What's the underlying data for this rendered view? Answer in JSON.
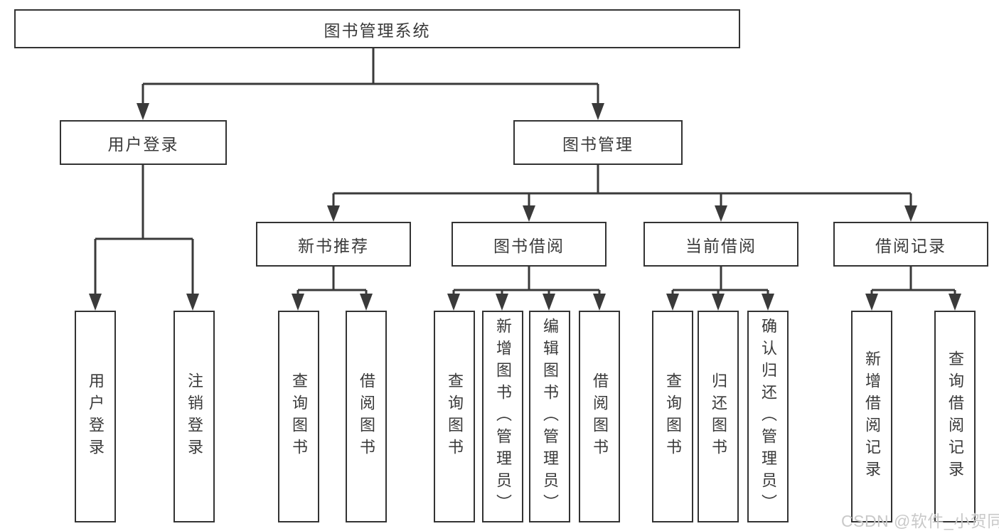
{
  "diagram": {
    "root": {
      "label": "图书管理系统",
      "children": [
        {
          "label": "用户登录",
          "children": [
            {
              "label": "用户登录"
            },
            {
              "label": "注销登录"
            }
          ]
        },
        {
          "label": "图书管理",
          "children": [
            {
              "label": "新书推荐",
              "children": [
                {
                  "label": "查询图书"
                },
                {
                  "label": "借阅图书"
                }
              ]
            },
            {
              "label": "图书借阅",
              "children": [
                {
                  "label": "查询图书"
                },
                {
                  "label": "新增图书（管理员）"
                },
                {
                  "label": "编辑图书（管理员）"
                },
                {
                  "label": "借阅图书"
                }
              ]
            },
            {
              "label": "当前借阅",
              "children": [
                {
                  "label": "查询图书"
                },
                {
                  "label": "归还图书"
                },
                {
                  "label": "确认归还（管理员）"
                }
              ]
            },
            {
              "label": "借阅记录",
              "children": [
                {
                  "label": "新增借阅记录"
                },
                {
                  "label": "查询借阅记录"
                }
              ]
            }
          ]
        }
      ]
    }
  },
  "watermark": {
    "text": "CSDN @软件_小贺同学"
  },
  "colors": {
    "line": "#3a3a3a",
    "box_border": "#333333",
    "text": "#3a3a3a",
    "background": "#ffffff",
    "watermark": "#c9c9c9"
  }
}
